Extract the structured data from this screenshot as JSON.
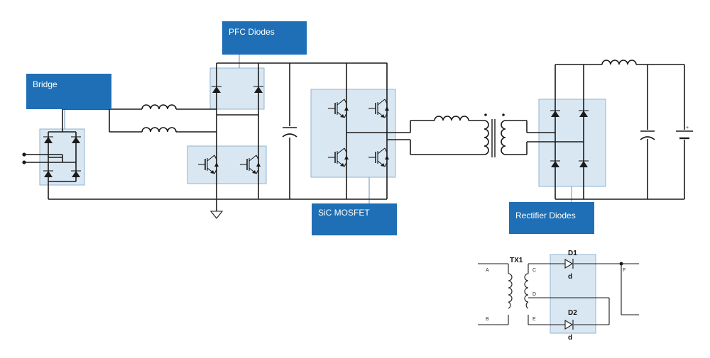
{
  "callouts": {
    "bridge": "Bridge",
    "pfc_diodes": "PFC Diodes",
    "sic_mosfet": "SiC MOSFET",
    "rectifier_diodes": "Rectifier Diodes"
  },
  "inset": {
    "transformer": "TX1",
    "diode1": "D1",
    "diode2": "D2",
    "diode1_sub": "d",
    "diode2_sub": "d",
    "pin_a": "A",
    "pin_b": "B",
    "pin_c": "C",
    "pin_d": "D",
    "pin_e": "E",
    "pin_f": "F"
  },
  "icons": [
    "diode-icon",
    "inductor-icon",
    "capacitor-icon",
    "mosfet-icon",
    "transformer-icon",
    "ground-icon",
    "battery-icon"
  ],
  "colors": {
    "callout": "#1e6fb5",
    "highlight_box": "#d3e3f0",
    "wire": "#1a1a1a"
  }
}
